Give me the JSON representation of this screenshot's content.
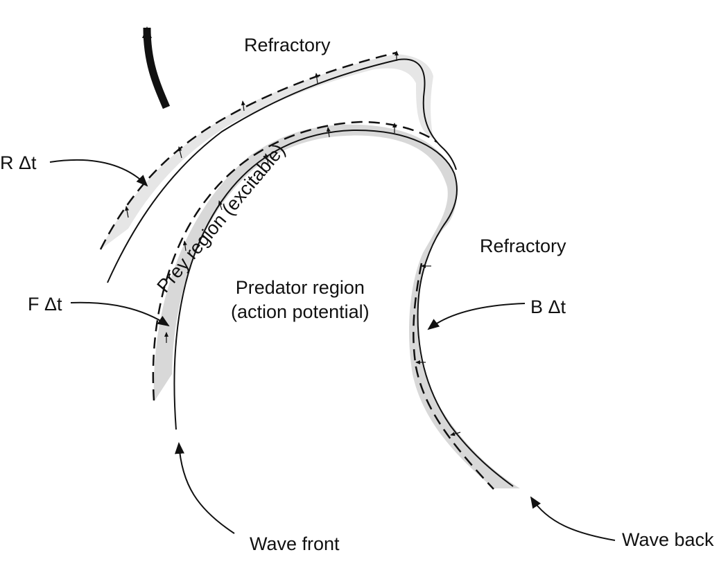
{
  "labels": {
    "refractory_top": "Refractory",
    "refractory_right": "Refractory",
    "r_dt": "R Δt",
    "f_dt": "F Δt",
    "b_dt": "B Δt",
    "prey_region": "Prey region (excitable)",
    "predator_line1": "Predator region",
    "predator_line2": "(action potential)",
    "wave_front": "Wave front",
    "wave_back": "Wave back"
  },
  "colors": {
    "shading": "#d8d8d8",
    "shading_light": "#e6e6e6",
    "ink": "#111111"
  }
}
